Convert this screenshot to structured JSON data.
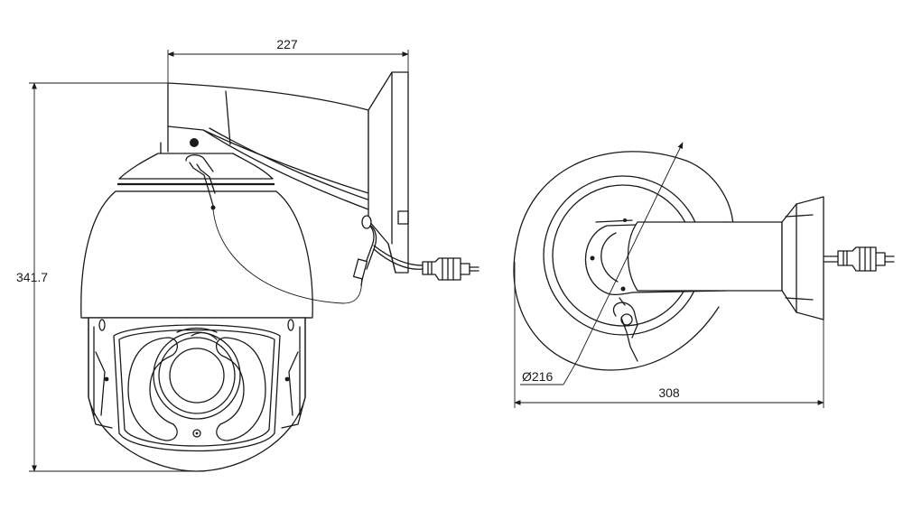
{
  "dimensions": {
    "bracket_width": "227",
    "total_height": "341.7",
    "dome_diameter": "Ø216",
    "total_depth": "308"
  },
  "colors": {
    "line": "#1a1a1a",
    "background": "#ffffff"
  }
}
